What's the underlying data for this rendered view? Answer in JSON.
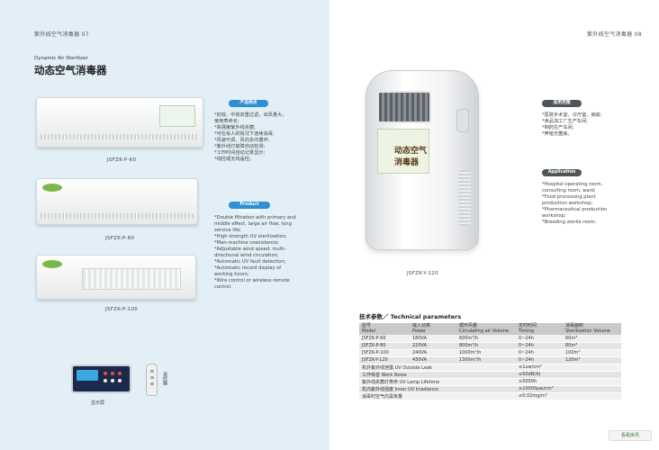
{
  "left_header": "紫外线空气消毒器 07",
  "right_header": "紫外线空气消毒器 08",
  "subtitle_en": "Dynamic Air Sterilizer",
  "title_cn": "动态空气消毒器",
  "models": [
    "JSFZK-P-60",
    "JSFZK-P-80",
    "JSFZK-P-100",
    "JSFZK-Y-120"
  ],
  "features_cn": {
    "label": "产品特点",
    "items": [
      "*初效、中效双重过滤，出风量大，",
      "  使用寿命长;",
      "*高强度紫外线杀菌;",
      "*可在有人的情况下连续消毒;",
      "*风速可调，风向多向循环;",
      "*紫外线灯故障自动检测;",
      "*工作时间自动记录显示;",
      "*线控或无线遥控。"
    ]
  },
  "features_en": {
    "label": "Product Features",
    "items": [
      "*Double filtration with primary and",
      "  middle effect, large air flow, long",
      "  service life;",
      "*High strength UV sterilization;",
      "*Man-machine coexistence;",
      "*Adjustable wind speed, multi-",
      "  directional wind circulation;",
      "*Automatic UV fault detection;",
      "*Automatic record display of",
      "  working hours;",
      "*Wire control or wireless remote",
      "  control."
    ]
  },
  "scope_cn": {
    "label": "适用范围",
    "items": [
      "*医院手术室、诊疗室、病房;",
      "*食品加工厂生产车间;",
      "*制药生产车间;",
      "*养殖无菌房。"
    ]
  },
  "scope_en": {
    "label": "Application",
    "items": [
      "*Hospital operating room,",
      "  consulting room, ward;",
      "*Food processing plant",
      "  production workshop;",
      "*Pharmaceutical production",
      "  workshop;",
      "*Breeding sterile room."
    ]
  },
  "remote_labels": {
    "display": "显示屏",
    "remote": "遥控器"
  },
  "poster_text": "动态空气 消毒器",
  "params": {
    "title": "技术参数／ Technical parameters",
    "headers": [
      [
        "型号",
        "Model"
      ],
      [
        "输入功率",
        "Power"
      ],
      [
        "循环风量",
        "Circulating air Volume"
      ],
      [
        "定时时间",
        "Timing"
      ],
      [
        "消毒面积",
        "Sterilization Volume"
      ]
    ],
    "rows": [
      [
        "JSFZK-P-60",
        "180VA",
        "600m³/h",
        "0~24h",
        "60m³"
      ],
      [
        "JSFZK-P-80",
        "220VA",
        "800m³/h",
        "0~24h",
        "80m³"
      ],
      [
        "JSFZK-P-100",
        "240VA",
        "1000m³/h",
        "0~24h",
        "100m³"
      ],
      [
        "JSFZK-Y-120",
        "430VA",
        "1300m³/h",
        "0~24h",
        "120m³"
      ]
    ],
    "specs": [
      [
        "机外紫外线泄露 UV Outside Leak",
        "≤1uw/cm²"
      ],
      [
        "工作噪音 Work Noise",
        "≤50dB(A)"
      ],
      [
        "紫外线杀菌灯寿命 UV Lamp Lifetime",
        "≥5000h"
      ],
      [
        "机内紫外线强度 Inner UV Irradiance",
        "≥10000μw/cm²"
      ],
      [
        "消毒时空气内臭氧量",
        "≤0.02mg/m³"
      ]
    ]
  },
  "corner_logo": "看看房讯"
}
